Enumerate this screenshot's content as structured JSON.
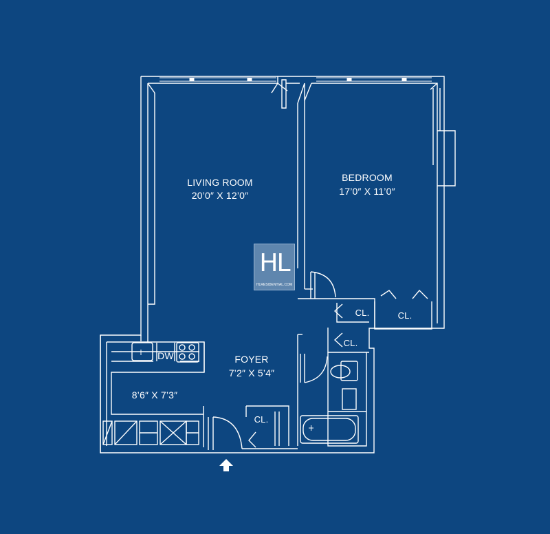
{
  "rooms": {
    "living_room": {
      "name": "LIVING ROOM",
      "dims": "20’0″ X 12’0″"
    },
    "bedroom": {
      "name": "BEDROOM",
      "dims": "17’0″ X 11’0″"
    },
    "foyer": {
      "name": "FOYER",
      "dims": "7’2″ X  5’4″"
    },
    "kitchen": {
      "dims": "8’6″ X 7’3″"
    }
  },
  "closets": {
    "bedroom_closet_1": "CL.",
    "bedroom_closet_2": "CL.",
    "hall_closet": "CL.",
    "foyer_closet": "CL."
  },
  "fixtures": {
    "dishwasher": "DW"
  },
  "logo": {
    "mark": "HL",
    "site": "HLRESIDENTIAL.COM"
  },
  "icons": {
    "entry": "entry-arrow-icon"
  },
  "colors": {
    "background": "#0d4680",
    "lines": "#ffffff",
    "logo_bg": "#5f86ae"
  }
}
